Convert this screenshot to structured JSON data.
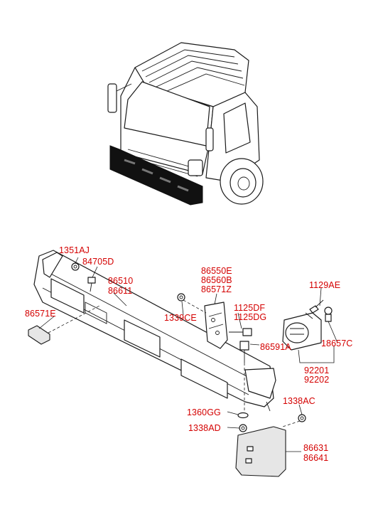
{
  "diagram": {
    "part_labels": {
      "p1351AJ": "1351AJ",
      "p84705D": "84705D",
      "p86510": "86510",
      "p86611": "86611",
      "p86571E": "86571E",
      "p86550E": "86550E",
      "p86560B": "86560B",
      "p86571Z": "86571Z",
      "p1339CE": "1339CE",
      "p1125DF": "1125DF",
      "p1125DG": "1125DG",
      "p86591A": "86591A",
      "p1129AE": "1129AE",
      "p18657C": "18657C",
      "p92201": "92201",
      "p92202": "92202",
      "p1338AC": "1338AC",
      "p1360GG": "1360GG",
      "p1338AD": "1338AD",
      "p86631": "86631",
      "p86641": "86641"
    },
    "colors": {
      "label": "#d40000",
      "line": "#1a1a1a",
      "highlight": "#111111"
    }
  }
}
